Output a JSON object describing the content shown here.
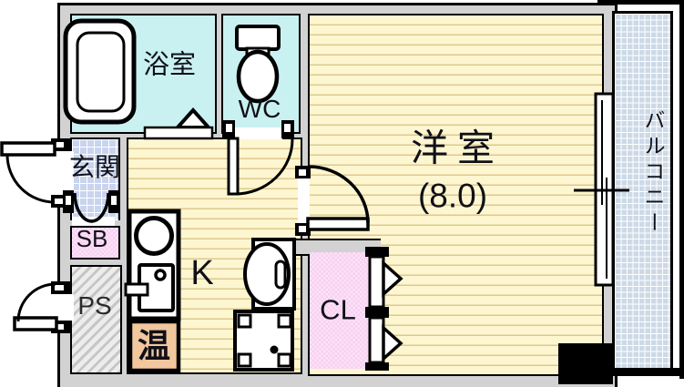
{
  "floorplan": {
    "type": "apartment-floor-plan",
    "rooms": {
      "bathroom": {
        "label": "浴室"
      },
      "wc": {
        "label": "WC"
      },
      "entrance": {
        "label": "玄関"
      },
      "shoe_box": {
        "label": "SB"
      },
      "pipe_space": {
        "label": "PS"
      },
      "kitchen": {
        "label": "K"
      },
      "water_heater": {
        "label": "温"
      },
      "closet": {
        "label": "CL"
      },
      "main_room": {
        "label": "洋室",
        "size": "(8.0)"
      },
      "balcony": {
        "label": "バルコニー"
      }
    },
    "colors": {
      "wall": "#d2d2d2",
      "wet": "#c9f1f1",
      "floor": "#fdf6d0",
      "floor_line": "#ddc98f",
      "tile": "#c9d4ee",
      "balcony_tile": "#ccd9e7",
      "pink": "#f8d0f2",
      "heater": "#f2c79e",
      "line": "#000000",
      "ink": "#101018"
    }
  }
}
